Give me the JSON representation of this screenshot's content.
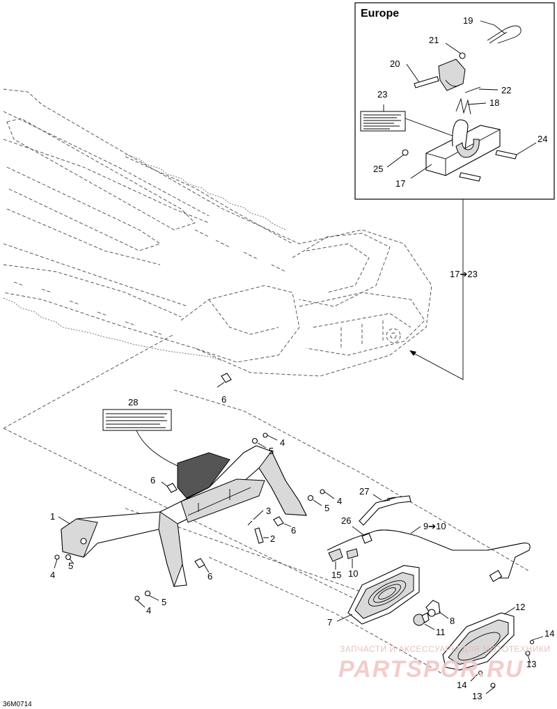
{
  "inset": {
    "title": "Europe"
  },
  "labels": {
    "p1": "1",
    "p2": "2",
    "p3": "3",
    "p4a": "4",
    "p4b": "4",
    "p4c": "4",
    "p4d": "4",
    "p5a": "5",
    "p5b": "5",
    "p5c": "5",
    "p5d": "5",
    "p6a": "6",
    "p6b": "6",
    "p6c": "6",
    "p6d": "6",
    "p7": "7",
    "p8": "8",
    "p9": "9➔10",
    "p10": "10",
    "p11": "11",
    "p12": "12",
    "p13a": "13",
    "p13b": "13",
    "p14a": "14",
    "p14b": "14",
    "p15": "15",
    "p17": "17",
    "p18": "18",
    "p19": "19",
    "p20": "20",
    "p21": "21",
    "p22": "22",
    "p23": "23",
    "p24": "24",
    "p25": "25",
    "p26": "26",
    "p27": "27",
    "p28": "28",
    "p17to23": "17➔23"
  },
  "drawing_code": "36M0714",
  "watermark": {
    "line1": "ЗАПЧАСТИ И АКСЕССУАРЫ ДЛЯ МОТОТЕХНИКИ",
    "line2": "PARTSPOR.RU"
  },
  "colors": {
    "ink": "#000000",
    "fill": "#ffffff",
    "shade": "#d9d9d9",
    "watermark": "#f2c7c7"
  }
}
